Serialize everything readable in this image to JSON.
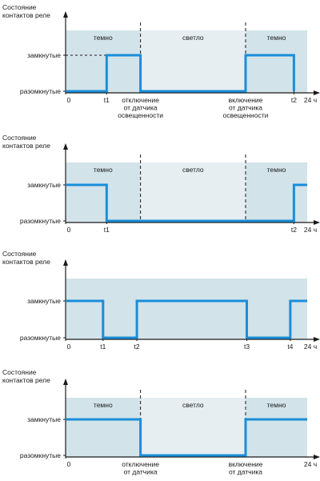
{
  "chart_data": [
    {
      "type": "line",
      "ylabel": [
        "Состояние",
        "контактов реле"
      ],
      "levels": {
        "closed": "замкнутые",
        "open": "разомкнутые"
      },
      "x_unit": "24 ч",
      "x_ticks": [
        {
          "at": 0,
          "label": "0"
        },
        {
          "at": 0.17,
          "label": "t1"
        },
        {
          "at": 0.945,
          "label": "t2"
        }
      ],
      "dashed_markers": [
        {
          "at": 0.31,
          "label": [
            "отключение",
            "от датчика",
            "освещенности"
          ]
        },
        {
          "at": 0.745,
          "label": [
            "включение",
            "от датчика",
            "освещенности"
          ]
        }
      ],
      "regions": [
        {
          "from": 0,
          "to": 0.31,
          "label": "темно",
          "shade": "dark"
        },
        {
          "from": 0.31,
          "to": 0.745,
          "label": "светло",
          "shade": "light"
        },
        {
          "from": 0.745,
          "to": 1,
          "label": "темно",
          "shade": "dark"
        }
      ],
      "dashed_closed_guide": true,
      "signal": [
        {
          "x": 0,
          "state": "open"
        },
        {
          "x": 0.17,
          "state": "closed"
        },
        {
          "x": 0.31,
          "state": "open"
        },
        {
          "x": 0.745,
          "state": "closed"
        },
        {
          "x": 0.945,
          "state": "open"
        }
      ],
      "signal_end": 0.945
    },
    {
      "type": "line",
      "ylabel": [
        "Состояние",
        "контактов реле"
      ],
      "levels": {
        "closed": "замкнутые",
        "open": "разомкнутые"
      },
      "x_unit": "24 ч",
      "x_ticks": [
        {
          "at": 0,
          "label": "0"
        },
        {
          "at": 0.17,
          "label": "t1"
        },
        {
          "at": 0.945,
          "label": "t2"
        }
      ],
      "dashed_markers": [
        {
          "at": 0.31,
          "label": []
        },
        {
          "at": 0.745,
          "label": []
        }
      ],
      "regions": [
        {
          "from": 0,
          "to": 0.31,
          "label": "темно",
          "shade": "dark"
        },
        {
          "from": 0.31,
          "to": 0.745,
          "label": "светло",
          "shade": "light"
        },
        {
          "from": 0.745,
          "to": 1,
          "label": "темно",
          "shade": "dark"
        }
      ],
      "dashed_closed_guide": false,
      "signal": [
        {
          "x": 0,
          "state": "closed"
        },
        {
          "x": 0.17,
          "state": "open"
        },
        {
          "x": 0.945,
          "state": "closed"
        }
      ],
      "signal_end": 1
    },
    {
      "type": "line",
      "ylabel": [
        "Состояние",
        "контактов реле"
      ],
      "levels": {
        "closed": "замкнутые",
        "open": "разомкнутые"
      },
      "x_unit": "24 ч",
      "x_ticks": [
        {
          "at": 0,
          "label": "0"
        },
        {
          "at": 0.155,
          "label": "t1"
        },
        {
          "at": 0.295,
          "label": "t2"
        },
        {
          "at": 0.75,
          "label": "t3"
        },
        {
          "at": 0.93,
          "label": "t4"
        }
      ],
      "dashed_markers": [],
      "regions": [
        {
          "from": 0,
          "to": 1,
          "label": "",
          "shade": "dark"
        }
      ],
      "dashed_closed_guide": false,
      "signal": [
        {
          "x": 0,
          "state": "closed"
        },
        {
          "x": 0.155,
          "state": "open"
        },
        {
          "x": 0.295,
          "state": "closed"
        },
        {
          "x": 0.75,
          "state": "open"
        },
        {
          "x": 0.93,
          "state": "closed"
        }
      ],
      "signal_end": 1
    },
    {
      "type": "line",
      "ylabel": [
        "Состояние",
        "контактов реле"
      ],
      "levels": {
        "closed": "замкнутые",
        "open": "разомкнутые"
      },
      "x_unit": "24 ч",
      "x_ticks": [
        {
          "at": 0,
          "label": "0"
        }
      ],
      "dashed_markers": [
        {
          "at": 0.31,
          "label": [
            "отключение",
            "от датчика"
          ]
        },
        {
          "at": 0.745,
          "label": [
            "включение",
            "от датчика"
          ]
        }
      ],
      "regions": [
        {
          "from": 0,
          "to": 0.31,
          "label": "темно",
          "shade": "dark"
        },
        {
          "from": 0.31,
          "to": 0.745,
          "label": "светло",
          "shade": "light"
        },
        {
          "from": 0.745,
          "to": 1,
          "label": "темно",
          "shade": "dark"
        }
      ],
      "dashed_closed_guide": false,
      "signal": [
        {
          "x": 0,
          "state": "closed"
        },
        {
          "x": 0.31,
          "state": "open"
        },
        {
          "x": 0.745,
          "state": "closed"
        }
      ],
      "signal_end": 1
    }
  ],
  "colors": {
    "dark_region": "#d3e3ea",
    "light_region": "#e7eef2",
    "signal": "#1a8ed8",
    "axis": "#1a1a1a"
  }
}
